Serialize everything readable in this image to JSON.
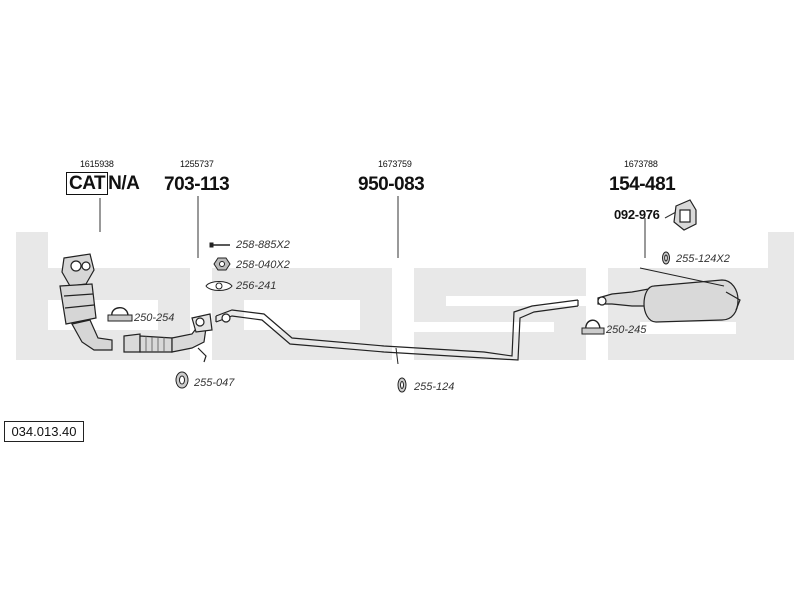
{
  "watermark": "bosal",
  "diagram_ref": "034.013.40",
  "main_parts": [
    {
      "id": "cat",
      "oe_number": "1615938",
      "cat_label": "CAT",
      "code": "N/A"
    },
    {
      "id": "front-pipe",
      "oe_number": "1255737",
      "code": "703-113"
    },
    {
      "id": "middle-pipe",
      "oe_number": "1673759",
      "code": "950-083"
    },
    {
      "id": "rear-silencer",
      "oe_number": "1673788",
      "code": "154-481"
    }
  ],
  "mounting_kit": {
    "code": "092-976"
  },
  "accessories": [
    {
      "id": "bolt",
      "code": "258-885X2"
    },
    {
      "id": "nut",
      "code": "258-040X2"
    },
    {
      "id": "gasket",
      "code": "256-241"
    },
    {
      "id": "clamp-front",
      "code": "250-254"
    },
    {
      "id": "rubber-front",
      "code": "255-047"
    },
    {
      "id": "rubber-middle",
      "code": "255-124"
    },
    {
      "id": "rubber-rear",
      "code": "255-124X2"
    },
    {
      "id": "clamp-rear",
      "code": "250-245"
    }
  ],
  "colors": {
    "watermark": "#e6e6e6",
    "line": "#222222",
    "part_fill": "#d9d9d9"
  }
}
